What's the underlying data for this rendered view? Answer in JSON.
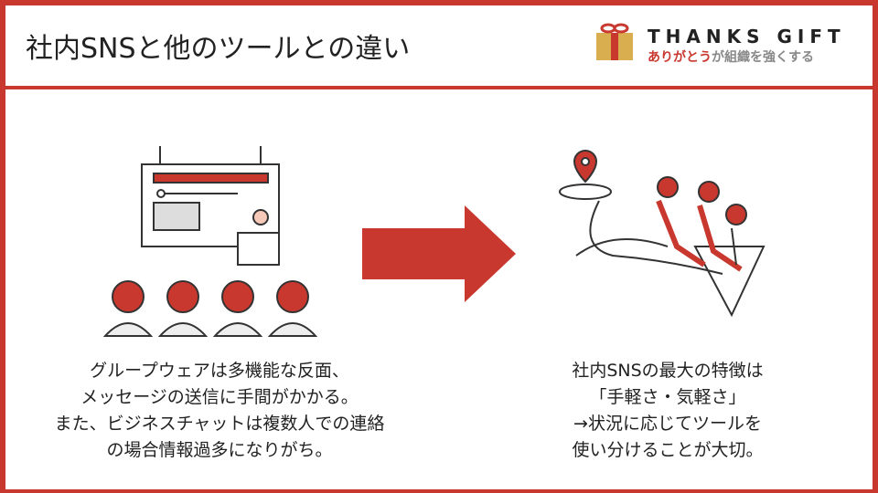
{
  "title": "社内SNSと他のツールとの違い",
  "logo": {
    "name": "THANKS GIFT",
    "tagline_red": "ありがとう",
    "tagline_gray": "が組織を強くする"
  },
  "left_caption": [
    "グループウェアは多機能な反面、",
    "メッセージの送信に手間がかかる。",
    "また、ビジネスチャットは複数人での連絡",
    "の場合情報過多になりがち。"
  ],
  "right_caption": [
    "社内SNSの最大の特徴は",
    "「手軽さ・気軽さ」",
    "→状況に応じてツールを",
    "使い分けることが大切。"
  ],
  "colors": {
    "accent": "#c9382e"
  }
}
